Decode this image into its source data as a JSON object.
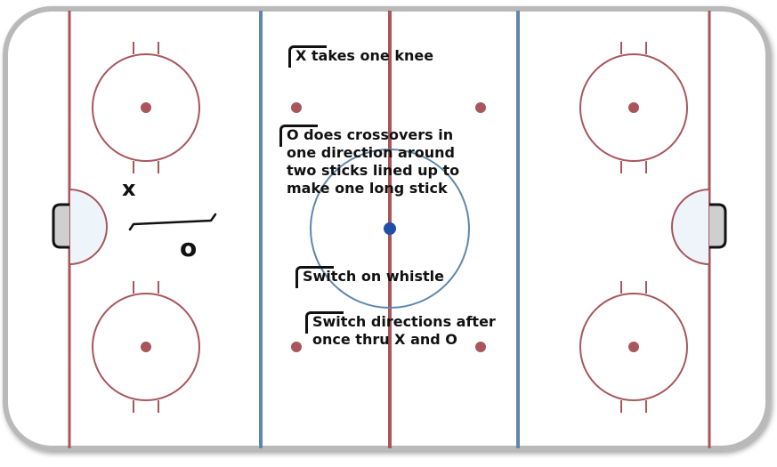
{
  "colors": {
    "board": "#b9b9b9",
    "ice": "#ffffff",
    "red_line": "#a8565c",
    "blue_line": "#5f86ad",
    "center_dot": "#1f4fa8",
    "crease_fill": "#eef5fa",
    "net_fill": "#cfcfcf",
    "ink": "#111111"
  },
  "instructions": [
    {
      "text": "X takes one knee"
    },
    {
      "text": "O does crossovers in\none direction around\ntwo sticks lined up to\nmake one long stick"
    },
    {
      "text": "Switch on whistle"
    },
    {
      "text": "Switch directions after\nonce thru X and O"
    }
  ],
  "players": {
    "x_label": "x",
    "o_label": "o"
  },
  "icons": {
    "stick": "hockey-stick-icon"
  }
}
